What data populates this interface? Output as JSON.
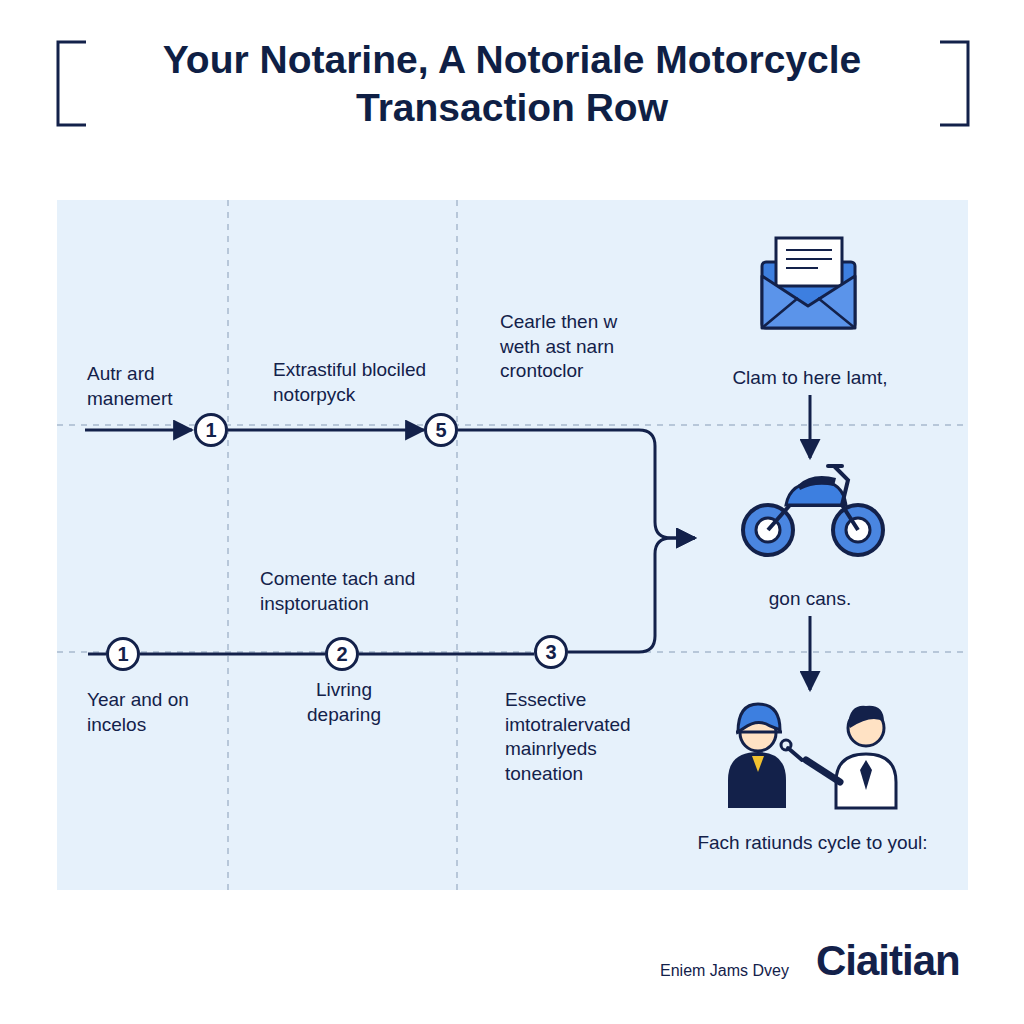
{
  "diagram": {
    "title": "Your Notarine, A Notoriale Motorcycle Transaction Row",
    "nodes": [
      {
        "text": [
          "1"
        ]
      },
      {
        "text": [
          "5"
        ]
      },
      {
        "text": [
          "Clam to here lamt,"
        ]
      },
      {
        "text": [
          "gon cans."
        ]
      },
      {
        "text": [
          "1"
        ]
      },
      {
        "text": [
          "2"
        ]
      },
      {
        "text": [
          "3"
        ]
      },
      {
        "text": [
          "Fach ratiunds cycle to youl:"
        ]
      }
    ],
    "edges": [
      {
        "from": 0,
        "to": 1,
        "arrow": "to"
      },
      {
        "from": 1,
        "to": 3,
        "arrow": "to"
      },
      {
        "from": 6,
        "to": 3,
        "arrow": "to"
      },
      {
        "from": 4,
        "to": 5,
        "arrow": "none"
      },
      {
        "from": 5,
        "to": 6,
        "arrow": "none"
      },
      {
        "from": 2,
        "to": 3,
        "arrow": "to"
      },
      {
        "from": 3,
        "to": 7,
        "arrow": "to"
      }
    ],
    "labels": [
      "Autr ard manemert",
      "Extrastiful blociled notorpyck",
      "Cearle then w weth ast narn crontoclor",
      "Comente tach and insptoruation",
      "Year and on incelos",
      "Livring deparing",
      "Essective imtotralervated mainrlyeds toneation",
      "Eniem Jams Dvey",
      "Ciaitian"
    ]
  }
}
